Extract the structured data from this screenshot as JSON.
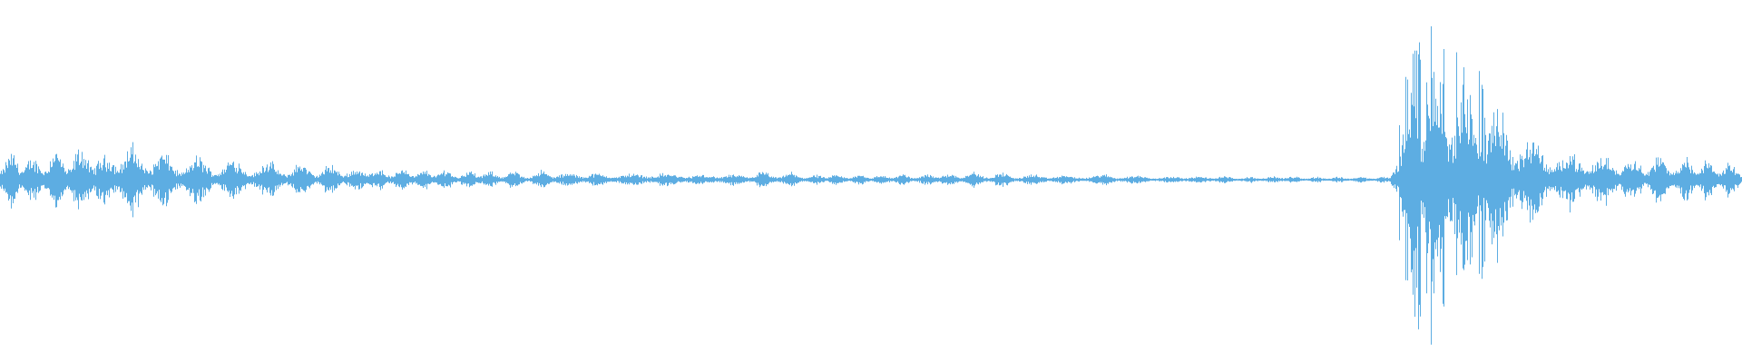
{
  "waveform": {
    "color": "#5dade2",
    "description_free": true,
    "amplitude_profile": [
      0.16,
      0.2,
      0.14,
      0.22,
      0.18,
      0.25,
      0.15,
      0.28,
      0.19,
      0.21,
      0.13,
      0.17,
      0.12,
      0.16,
      0.1,
      0.14,
      0.09,
      0.12,
      0.08,
      0.11,
      0.07,
      0.1,
      0.06,
      0.09,
      0.06,
      0.08,
      0.05,
      0.07,
      0.05,
      0.06,
      0.04,
      0.07,
      0.04,
      0.06,
      0.04,
      0.05,
      0.04,
      0.06,
      0.04,
      0.05,
      0.03,
      0.05,
      0.03,
      0.06,
      0.04,
      0.05,
      0.03,
      0.04,
      0.03,
      0.04,
      0.03,
      0.04,
      0.03,
      0.05,
      0.04,
      0.06,
      0.04,
      0.05,
      0.03,
      0.04,
      0.03,
      0.03,
      0.03,
      0.04,
      0.03,
      0.03,
      0.02,
      0.03,
      0.02,
      0.03,
      0.02,
      0.02,
      0.02,
      0.03,
      0.02,
      0.02,
      0.02,
      0.02,
      0.02,
      0.02,
      0.72,
      0.85,
      0.8,
      0.62,
      0.7,
      0.55,
      0.4,
      0.3,
      0.22,
      0.2,
      0.18,
      0.16,
      0.19,
      0.15,
      0.17,
      0.14,
      0.16,
      0.13,
      0.12,
      0.1
    ]
  }
}
